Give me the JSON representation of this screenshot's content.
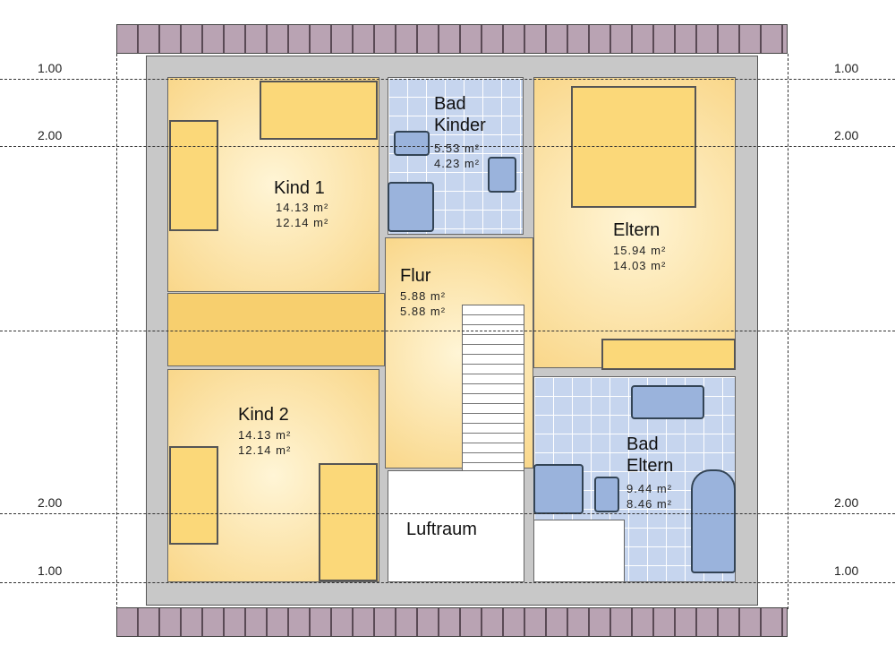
{
  "levels": {
    "top_outer": "1.00",
    "top_inner": "2.00",
    "bottom_inner": "2.00",
    "bottom_outer": "1.00"
  },
  "rooms": [
    {
      "name": "Kind 1",
      "area1": "14.13 m²",
      "area2": "12.14 m²"
    },
    {
      "name_line1": "Bad",
      "name_line2": "Kinder",
      "area1": "5.53 m²",
      "area2": "4.23 m²"
    },
    {
      "name": "Eltern",
      "area1": "15.94 m²",
      "area2": "14.03 m²"
    },
    {
      "name": "Flur",
      "area1": "5.88 m²",
      "area2": "5.88 m²"
    },
    {
      "name": "Kind 2",
      "area1": "14.13 m²",
      "area2": "12.14 m²"
    },
    {
      "name_line1": "Bad",
      "name_line2": "Eltern",
      "area1": "9.44 m²",
      "area2": "8.46 m²"
    },
    {
      "name": "Luftraum"
    }
  ]
}
